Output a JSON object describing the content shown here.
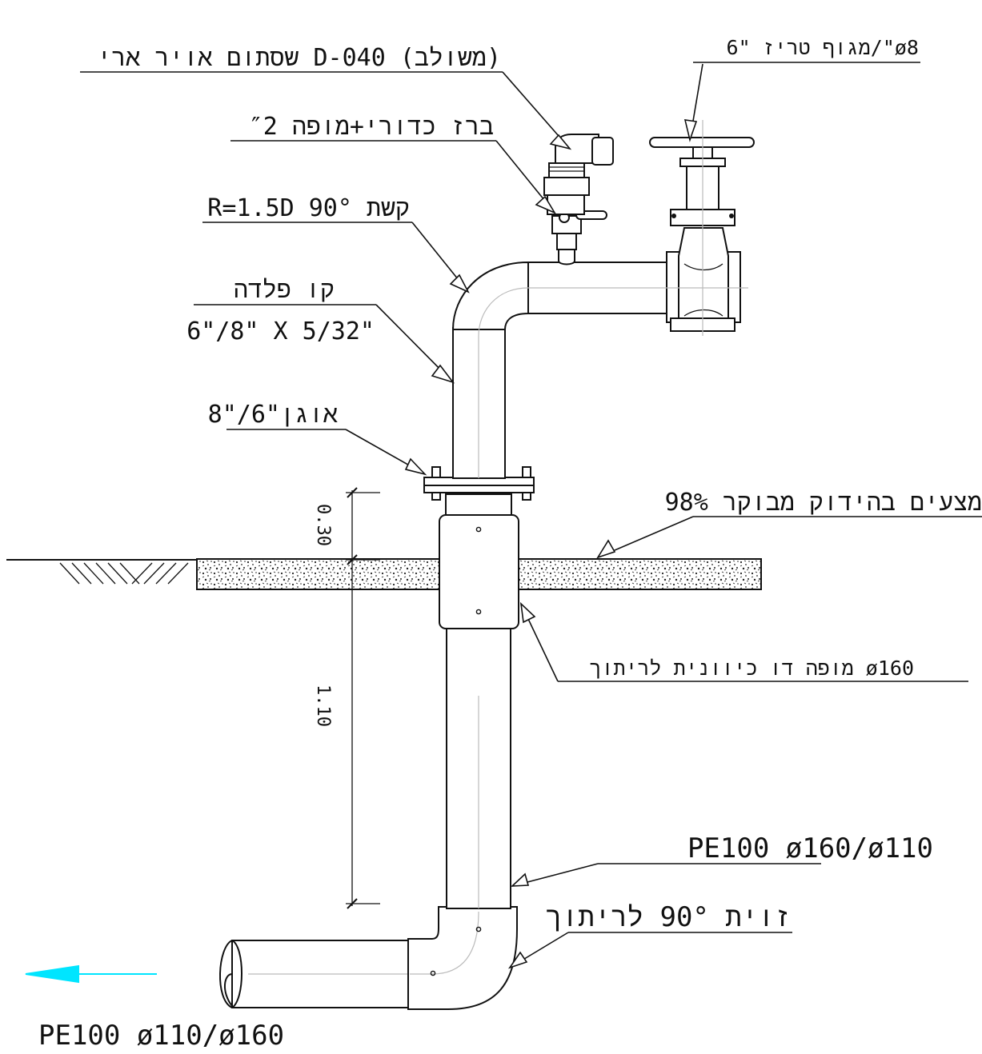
{
  "labels": {
    "air_valve": "שסתום אויר ארי D-040 (משולב)",
    "ball_valve": "ברז כדורי+מופה ″2",
    "elbow": "R=1.5D 90° קשת",
    "steel_line_title": "קו פלדה",
    "steel_line_size": "6\"/8\" X 5/32\"",
    "adapter": "אוגן\"6/\"8",
    "gate_valve": "מגוף טריז \"6/\"ø8",
    "compaction": "מצעים בהידוק מבוקר 98%",
    "coupler": "מופה דו כיוונית לריתוך ø160",
    "pe_vertical": "PE100  ø160/ø110",
    "elbow_weld": "זוית 90° לריתוך",
    "pe_horizontal": "PE100  ø110/ø160"
  },
  "dimensions": {
    "upper": "0.30",
    "lower": "1.10"
  },
  "colors": {
    "flow_arrow": "#00e5ff",
    "line": "#111111",
    "centerline": "#bbbbbb"
  }
}
